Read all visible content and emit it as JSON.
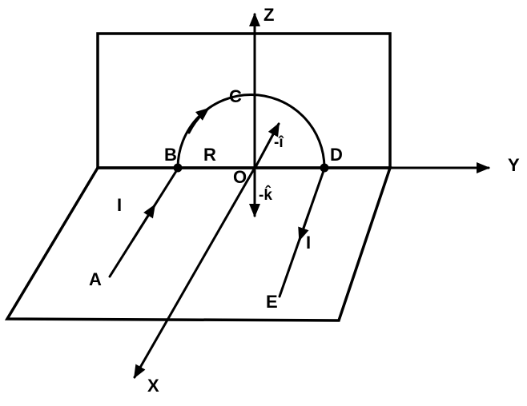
{
  "figure": {
    "description": "Physics diagram: semicircular current-carrying wire of radius R in a vertical plane, straight leads in a horizontal plane, with 3D coordinate axes",
    "colors": {
      "stroke": "#000000",
      "background": "#ffffff"
    },
    "labels": {
      "axis_z": "Z",
      "axis_y": "Y",
      "axis_x": "X",
      "point_a": "A",
      "point_b": "B",
      "point_c": "C",
      "point_d": "D",
      "point_e": "E",
      "origin": "O",
      "radius": "R",
      "current_left": "I",
      "current_right": "I",
      "unit_vector_neg_i": "-î",
      "unit_vector_neg_k": "-k̂"
    }
  }
}
